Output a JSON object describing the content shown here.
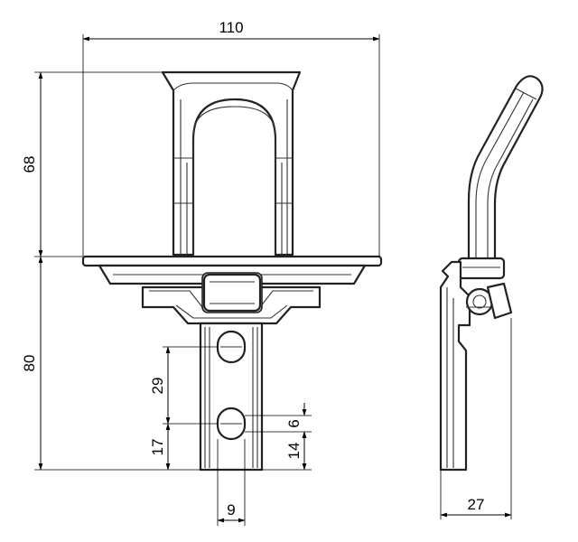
{
  "dimensions": {
    "top_width": "110",
    "upper_height": "68",
    "lower_height": "80",
    "slot_spacing": "29",
    "slot_height": "6",
    "bottom_offset": "17",
    "slot_offset": "14",
    "slot_width": "9",
    "side_width": "27"
  },
  "colors": {
    "line": "#222222",
    "shade": "#d4d4d4",
    "background": "#ffffff"
  }
}
